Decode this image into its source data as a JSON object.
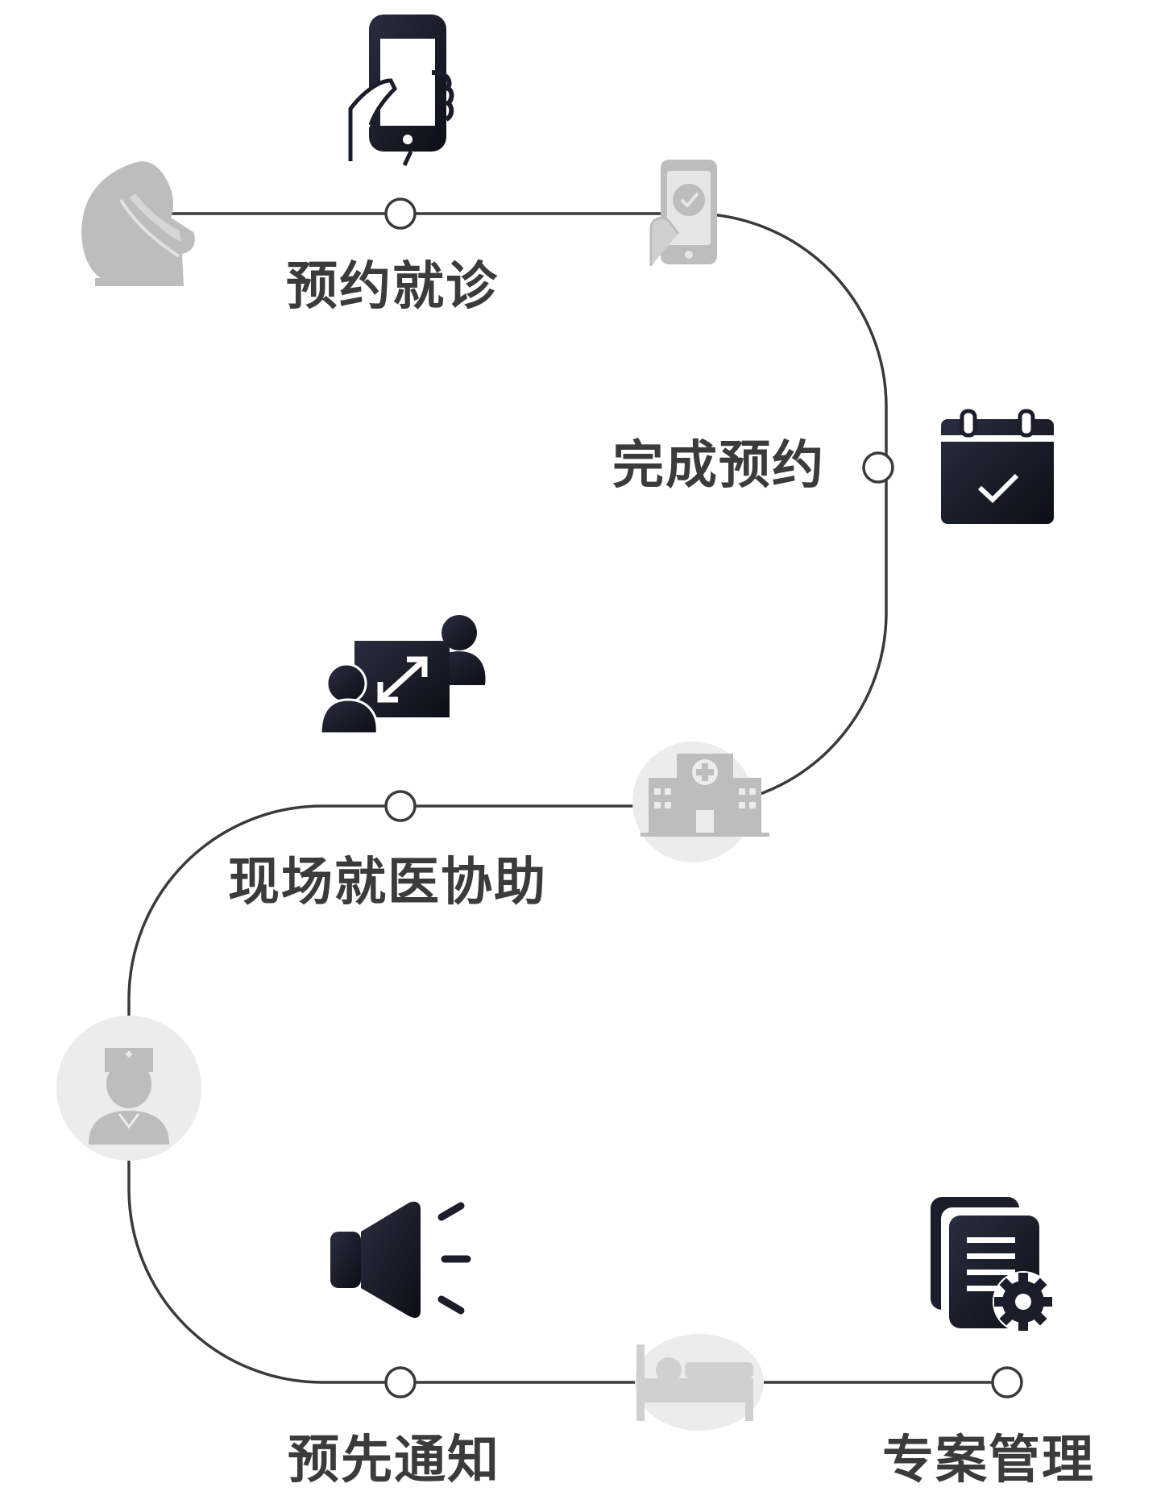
{
  "steps": [
    {
      "label": "预约就诊",
      "icon": "phone-hand-icon"
    },
    {
      "label": "完成预约",
      "icon": "calendar-check-icon"
    },
    {
      "label": "现场就医协助",
      "icon": "people-exchange-icon"
    },
    {
      "label": "预先通知",
      "icon": "speaker-icon"
    },
    {
      "label": "专案管理",
      "icon": "documents-gear-icon"
    }
  ],
  "waypoints": [
    {
      "icon": "masked-person-icon"
    },
    {
      "icon": "phone-check-icon"
    },
    {
      "icon": "hospital-icon"
    },
    {
      "icon": "nurse-icon"
    },
    {
      "icon": "hospital-bed-icon"
    }
  ],
  "colors": {
    "line": "#3a3a3a",
    "icon_dark": "#1b1d2a",
    "icon_faded": "#bdbdbd",
    "text": "#3b3b3b"
  }
}
